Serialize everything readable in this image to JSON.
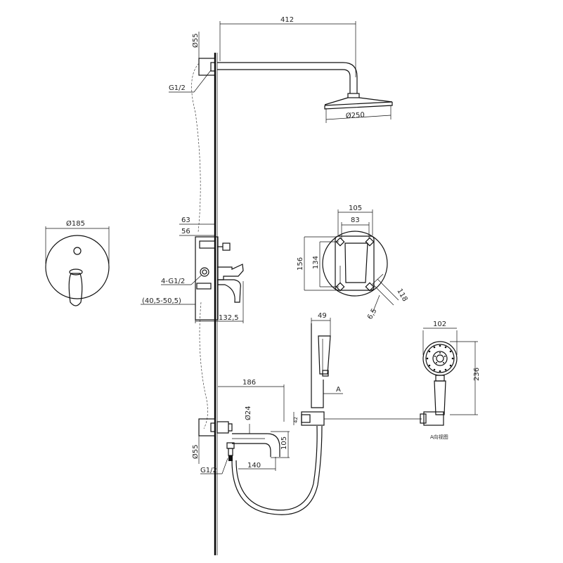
{
  "dims": {
    "d412": "412",
    "d55_top": "Ø55",
    "g12_top": "G1/2",
    "d250": "Ø250",
    "d185": "Ø185",
    "d63": "63",
    "d56": "56",
    "g12_4": "4-G1/2",
    "range": "(40,5-50,5)",
    "d1325": "132,5",
    "d105_plate": "105",
    "d83": "83",
    "d156": "156",
    "d134": "134",
    "d118": "118",
    "d65": "6,5",
    "d49": "49",
    "d102": "102",
    "d236": "236",
    "d186": "186",
    "d24": "Ø24",
    "d42": "42",
    "d105_spout": "105",
    "d140": "140",
    "d55_bottom": "Ø55",
    "g12_bottom": "G1/2",
    "a_label": "A",
    "a_view": "A向视图"
  }
}
